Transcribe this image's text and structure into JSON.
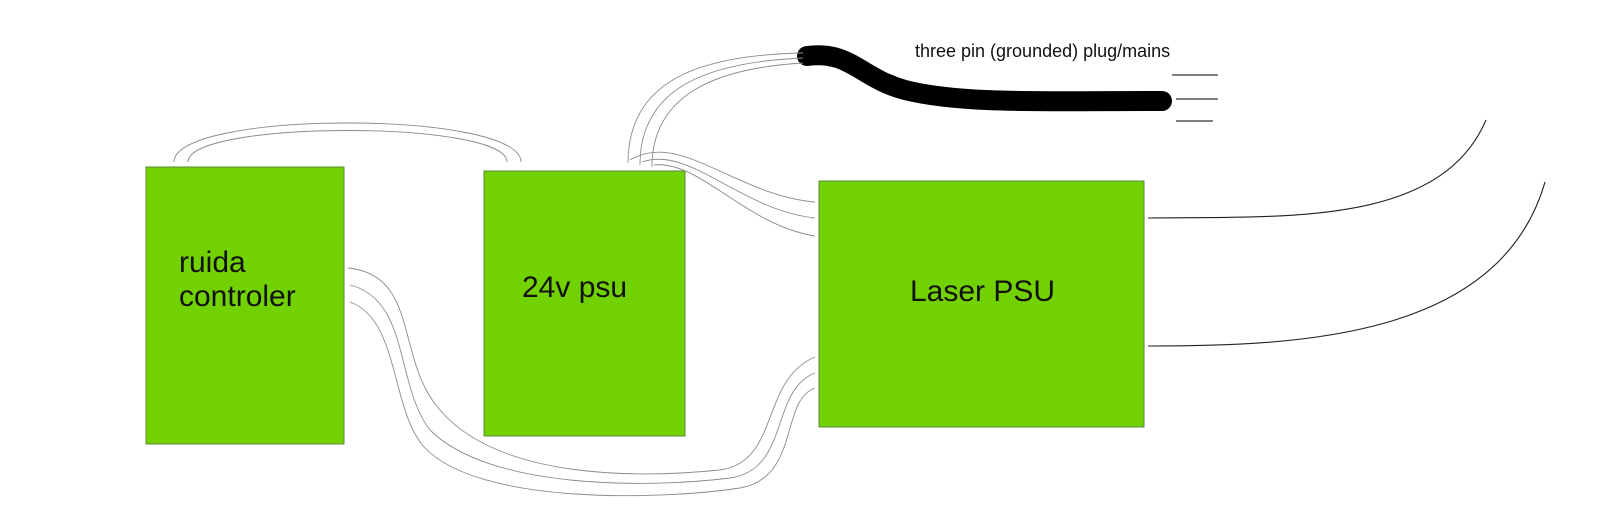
{
  "blocks": {
    "ruida": {
      "line1": "ruida",
      "line2": "controler"
    },
    "psu24": {
      "label": "24v psu"
    },
    "laser_psu": {
      "label": "Laser PSU"
    }
  },
  "mains": {
    "label": "three pin (grounded) plug/mains"
  },
  "colors": {
    "block_fill": "#72d100",
    "wire": "#8c8c8c",
    "cable": "#000000"
  }
}
